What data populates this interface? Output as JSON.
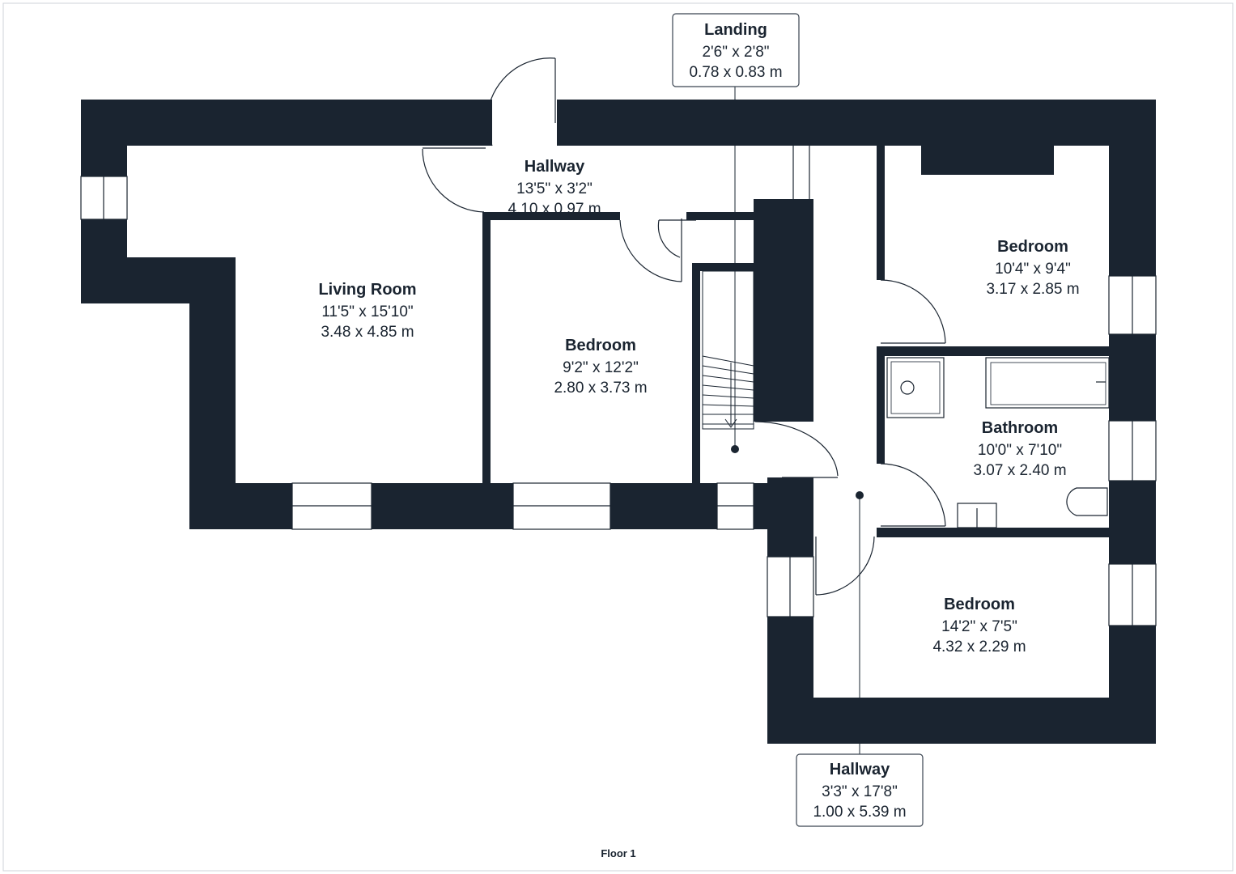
{
  "floor_label": "Floor 1",
  "colors": {
    "wall": "#1a2430",
    "paper": "#ffffff",
    "line": "#1a2430"
  },
  "rooms": {
    "living_room": {
      "name": "Living Room",
      "imperial": "11'5\" x 15'10\"",
      "metric": "3.48 x 4.85 m"
    },
    "bedroom_1": {
      "name": "Bedroom",
      "imperial": "9'2\" x 12'2\"",
      "metric": "2.80 x 3.73 m"
    },
    "hallway_top": {
      "name": "Hallway",
      "imperial": "13'5\" x 3'2\"",
      "metric": "4.10 x 0.97 m"
    },
    "bedroom_2": {
      "name": "Bedroom",
      "imperial": "10'4\" x 9'4\"",
      "metric": "3.17 x 2.85 m"
    },
    "bathroom": {
      "name": "Bathroom",
      "imperial": "10'0\" x 7'10\"",
      "metric": "3.07 x 2.40 m"
    },
    "bedroom_3": {
      "name": "Bedroom",
      "imperial": "14'2\" x 7'5\"",
      "metric": "4.32 x 2.29 m"
    }
  },
  "callouts": {
    "landing": {
      "name": "Landing",
      "imperial": "2'6\" x 2'8\"",
      "metric": "0.78 x 0.83 m"
    },
    "hallway_bottom": {
      "name": "Hallway",
      "imperial": "3'3\" x 17'8\"",
      "metric": "1.00 x 5.39 m"
    }
  }
}
